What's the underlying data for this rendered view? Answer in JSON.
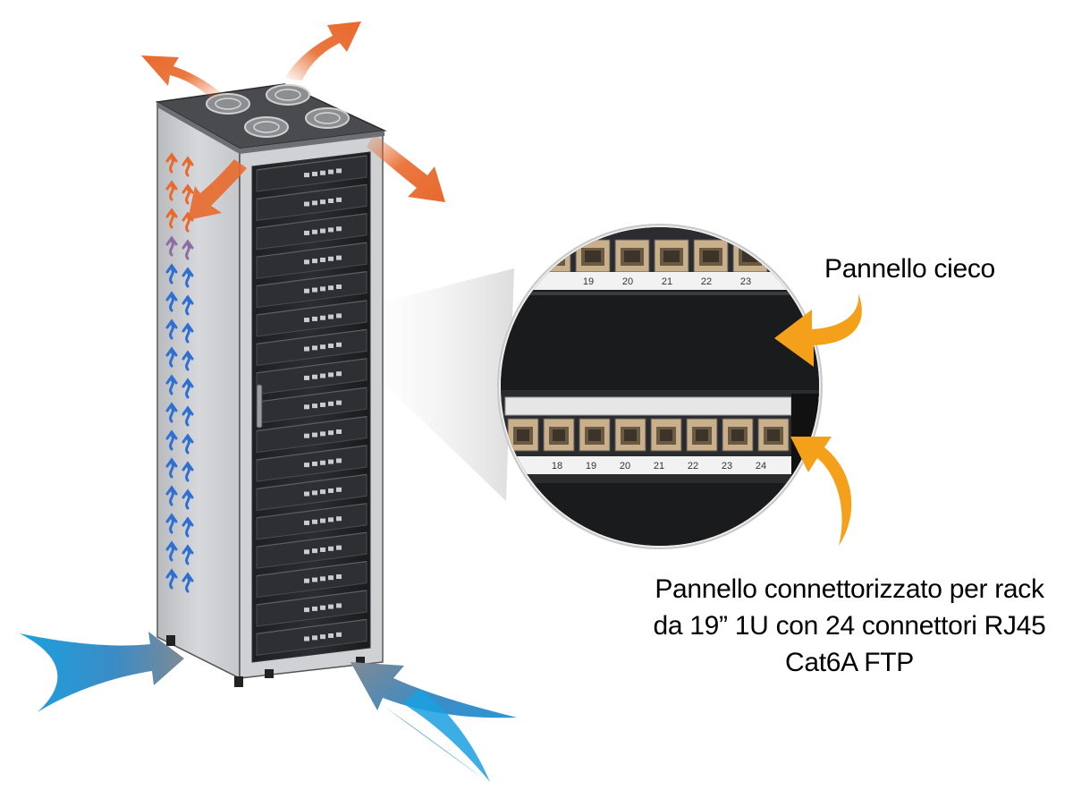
{
  "colors": {
    "hot_air": "#e8692c",
    "cold_air": "#1aa0e0",
    "callout_arrow": "#f5a01a",
    "rack_side": "#c9cbcf",
    "server_unit": "#2a2b2e",
    "patch_panel": "#1b1c1e"
  },
  "icons": {
    "hot_air": "orange-airflow-arrow-icon",
    "cold_air": "blue-airflow-arrow-icon",
    "internal_airflow": "small-airflow-arrow-icon",
    "callout": "orange-curved-callout-arrow-icon",
    "fan": "fan-grille-icon",
    "rj45": "rj45-port-icon"
  },
  "captions": {
    "blind_panel": "Pannello cieco",
    "patch_panel_lines": [
      "Pannello connettorizzato per rack",
      "da 19” 1U con 24 connettori RJ45",
      "Cat6A FTP"
    ]
  },
  "zoom": {
    "upper_panel_numbers": [
      "19",
      "20",
      "21",
      "22",
      "23"
    ],
    "lower_panel_numbers": [
      "18",
      "19",
      "20",
      "21",
      "22",
      "23",
      "24"
    ]
  }
}
